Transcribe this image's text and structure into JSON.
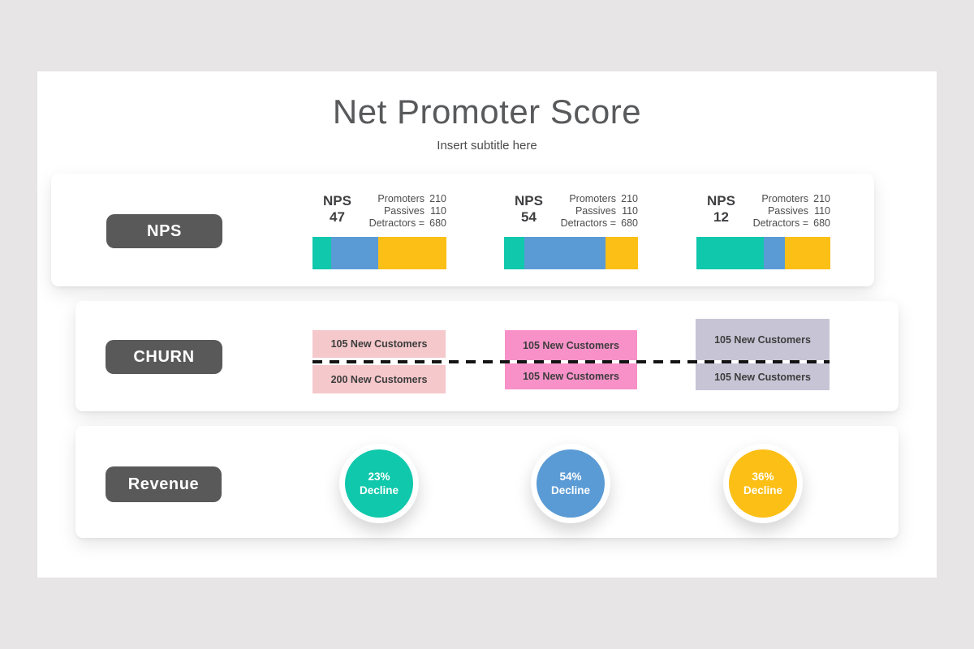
{
  "slide": {
    "title": "Net Promoter Score",
    "subtitle": "Insert subtitle here"
  },
  "colors": {
    "background": "#e7e5e6",
    "canvas": "#ffffff",
    "label_pill": "#595959",
    "teal": "#10c8ac",
    "blue": "#5b9bd5",
    "yellow": "#fcbf16",
    "pink_light": "#f5c8cb",
    "pink_bright": "#f791c8",
    "lavender": "#c7c4d5",
    "dash_line": "#141414"
  },
  "rows": {
    "nps": {
      "label": "NPS",
      "units": [
        {
          "score_label": "NPS",
          "score": "47",
          "stats": [
            {
              "label": "Promoters",
              "value": "210"
            },
            {
              "label": "Passives",
              "value": "110"
            },
            {
              "label": "Detractors =",
              "value": "680"
            }
          ],
          "segments": [
            {
              "color_key": "teal",
              "fraction": 0.14
            },
            {
              "color_key": "blue",
              "fraction": 0.35
            },
            {
              "color_key": "yellow",
              "fraction": 0.51
            }
          ]
        },
        {
          "score_label": "NPS",
          "score": "54",
          "stats": [
            {
              "label": "Promoters",
              "value": "210"
            },
            {
              "label": "Passives",
              "value": "110"
            },
            {
              "label": "Detractors =",
              "value": "680"
            }
          ],
          "segments": [
            {
              "color_key": "teal",
              "fraction": 0.15
            },
            {
              "color_key": "blue",
              "fraction": 0.61
            },
            {
              "color_key": "yellow",
              "fraction": 0.24
            }
          ]
        },
        {
          "score_label": "NPS",
          "score": "12",
          "stats": [
            {
              "label": "Promoters",
              "value": "210"
            },
            {
              "label": "Passives",
              "value": "110"
            },
            {
              "label": "Detractors =",
              "value": "680"
            }
          ],
          "segments": [
            {
              "color_key": "teal",
              "fraction": 0.5
            },
            {
              "color_key": "blue",
              "fraction": 0.16
            },
            {
              "color_key": "yellow",
              "fraction": 0.34
            }
          ]
        }
      ]
    },
    "churn": {
      "label": "CHURN",
      "units": [
        {
          "top": "105 New Customers",
          "bottom": "200 New Customers",
          "color_key": "pink_light"
        },
        {
          "top": "105 New Customers",
          "bottom": "105 New Customers",
          "color_key": "pink_bright"
        },
        {
          "top": "105 New Customers",
          "bottom": "105 New Customers",
          "color_key": "lavender"
        }
      ]
    },
    "revenue": {
      "label": "Revenue",
      "units": [
        {
          "percent": "23%",
          "caption": "Decline",
          "color_key": "teal"
        },
        {
          "percent": "54%",
          "caption": "Decline",
          "color_key": "blue"
        },
        {
          "percent": "36%",
          "caption": "Decline",
          "color_key": "yellow"
        }
      ]
    }
  },
  "chart_data": [
    {
      "type": "bar",
      "title": "NPS",
      "subtype": "horizontal-stacked",
      "legend_position": "none",
      "groups": [
        {
          "name": "NPS 47",
          "nps_score": 47,
          "promoters": 210,
          "passives": 110,
          "detractors": 680,
          "segment_fractions": [
            0.14,
            0.35,
            0.51
          ],
          "segment_colors": [
            "#10c8ac",
            "#5b9bd5",
            "#fcbf16"
          ]
        },
        {
          "name": "NPS 54",
          "nps_score": 54,
          "promoters": 210,
          "passives": 110,
          "detractors": 680,
          "segment_fractions": [
            0.15,
            0.61,
            0.24
          ],
          "segment_colors": [
            "#10c8ac",
            "#5b9bd5",
            "#fcbf16"
          ]
        },
        {
          "name": "NPS 12",
          "nps_score": 12,
          "promoters": 210,
          "passives": 110,
          "detractors": 680,
          "segment_fractions": [
            0.5,
            0.16,
            0.34
          ],
          "segment_colors": [
            "#10c8ac",
            "#5b9bd5",
            "#fcbf16"
          ]
        }
      ]
    },
    {
      "type": "table",
      "title": "CHURN",
      "annotation": "dashed divider line across all blocks",
      "blocks": [
        {
          "above_line": "105 New Customers",
          "below_line": "200 New Customers",
          "color": "#f5c8cb"
        },
        {
          "above_line": "105 New Customers",
          "below_line": "105 New Customers",
          "color": "#f791c8"
        },
        {
          "above_line": "105 New Customers",
          "below_line": "105 New Customers",
          "color": "#c7c4d5"
        }
      ]
    },
    {
      "type": "pie",
      "title": "Revenue",
      "values": [
        {
          "label": "23% Decline",
          "percent": 23,
          "color": "#10c8ac"
        },
        {
          "label": "54% Decline",
          "percent": 54,
          "color": "#5b9bd5"
        },
        {
          "label": "36% Decline",
          "percent": 36,
          "color": "#fcbf16"
        }
      ]
    }
  ]
}
